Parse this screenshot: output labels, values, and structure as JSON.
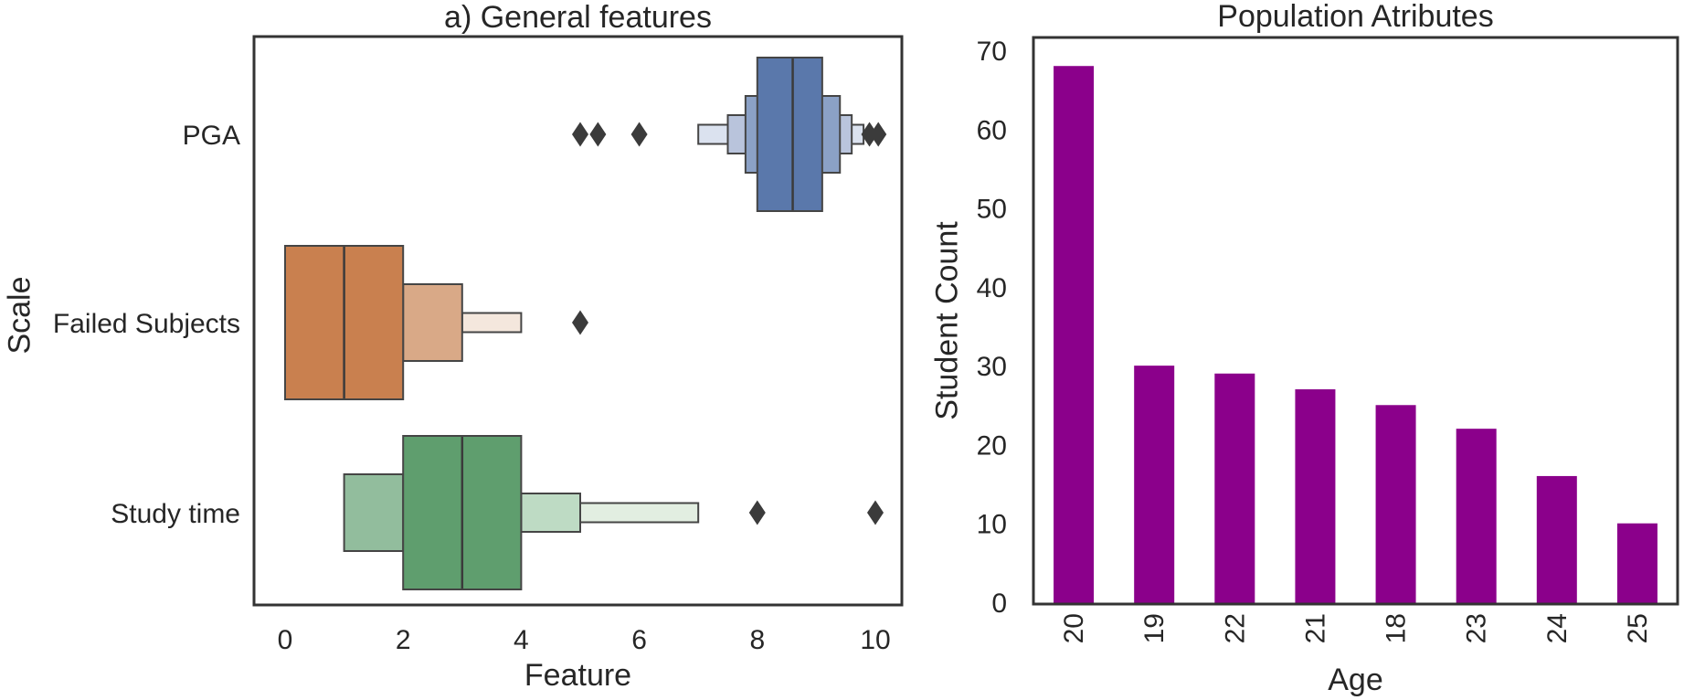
{
  "figure": {
    "background": "#ffffff"
  },
  "colors": {
    "text": "#262626",
    "axis_frame": "#333333",
    "box_edge": "#454545",
    "marker": "#3b3b3b"
  },
  "chart_data": [
    {
      "type": "boxen",
      "title": "a) General features",
      "xlabel": "Feature",
      "ylabel": "Scale",
      "xlim": [
        -0.55,
        10.45
      ],
      "xticks": [
        0,
        2,
        4,
        6,
        8,
        10
      ],
      "categories": [
        "PGA",
        "Failed Subjects",
        "Study time"
      ],
      "rows": [
        {
          "label": "PGA",
          "median": 8.6,
          "boxes": [
            {
              "lo": 7.0,
              "hi": 9.8,
              "level": 3
            },
            {
              "lo": 7.5,
              "hi": 9.6,
              "level": 2
            },
            {
              "lo": 7.8,
              "hi": 9.4,
              "level": 1
            },
            {
              "lo": 8.0,
              "hi": 9.1,
              "level": 0
            }
          ],
          "outliers": [
            5.0,
            5.3,
            6.0,
            9.9,
            10.05
          ],
          "palette": [
            "#5a78ab",
            "#8ba1c6",
            "#b9c4dc",
            "#dbe2ef"
          ]
        },
        {
          "label": "Failed Subjects",
          "median": 1,
          "boxes": [
            {
              "lo": 3,
              "hi": 4,
              "level": 3
            },
            {
              "lo": 2,
              "hi": 3,
              "level": 1
            },
            {
              "lo": 0,
              "hi": 2,
              "level": 0
            }
          ],
          "outliers": [
            5.0
          ],
          "palette": [
            "#c9804f",
            "#d9a987",
            "#ecc9b3",
            "#f4e7dd"
          ]
        },
        {
          "label": "Study time",
          "median": 3,
          "boxes": [
            {
              "lo": 5,
              "hi": 7,
              "level": 3
            },
            {
              "lo": 4,
              "hi": 5,
              "level": 2
            },
            {
              "lo": 1,
              "hi": 2,
              "level": 1
            },
            {
              "lo": 2,
              "hi": 4,
              "level": 0
            }
          ],
          "outliers": [
            8.0,
            10.0
          ],
          "palette": [
            "#5f9e6e",
            "#92bd9d",
            "#bedbc4",
            "#e2eee1"
          ]
        }
      ]
    },
    {
      "type": "bar",
      "title": "Population Atributes",
      "xlabel": "Age",
      "ylabel": "Student Count",
      "categories": [
        "20",
        "19",
        "22",
        "21",
        "18",
        "23",
        "24",
        "25"
      ],
      "values": [
        68,
        30,
        29,
        27,
        25,
        22,
        16,
        10
      ],
      "yticks": [
        0,
        10,
        20,
        30,
        40,
        50,
        60,
        70
      ],
      "ylim": [
        0,
        72
      ],
      "bar_color": "#8B008B"
    }
  ]
}
